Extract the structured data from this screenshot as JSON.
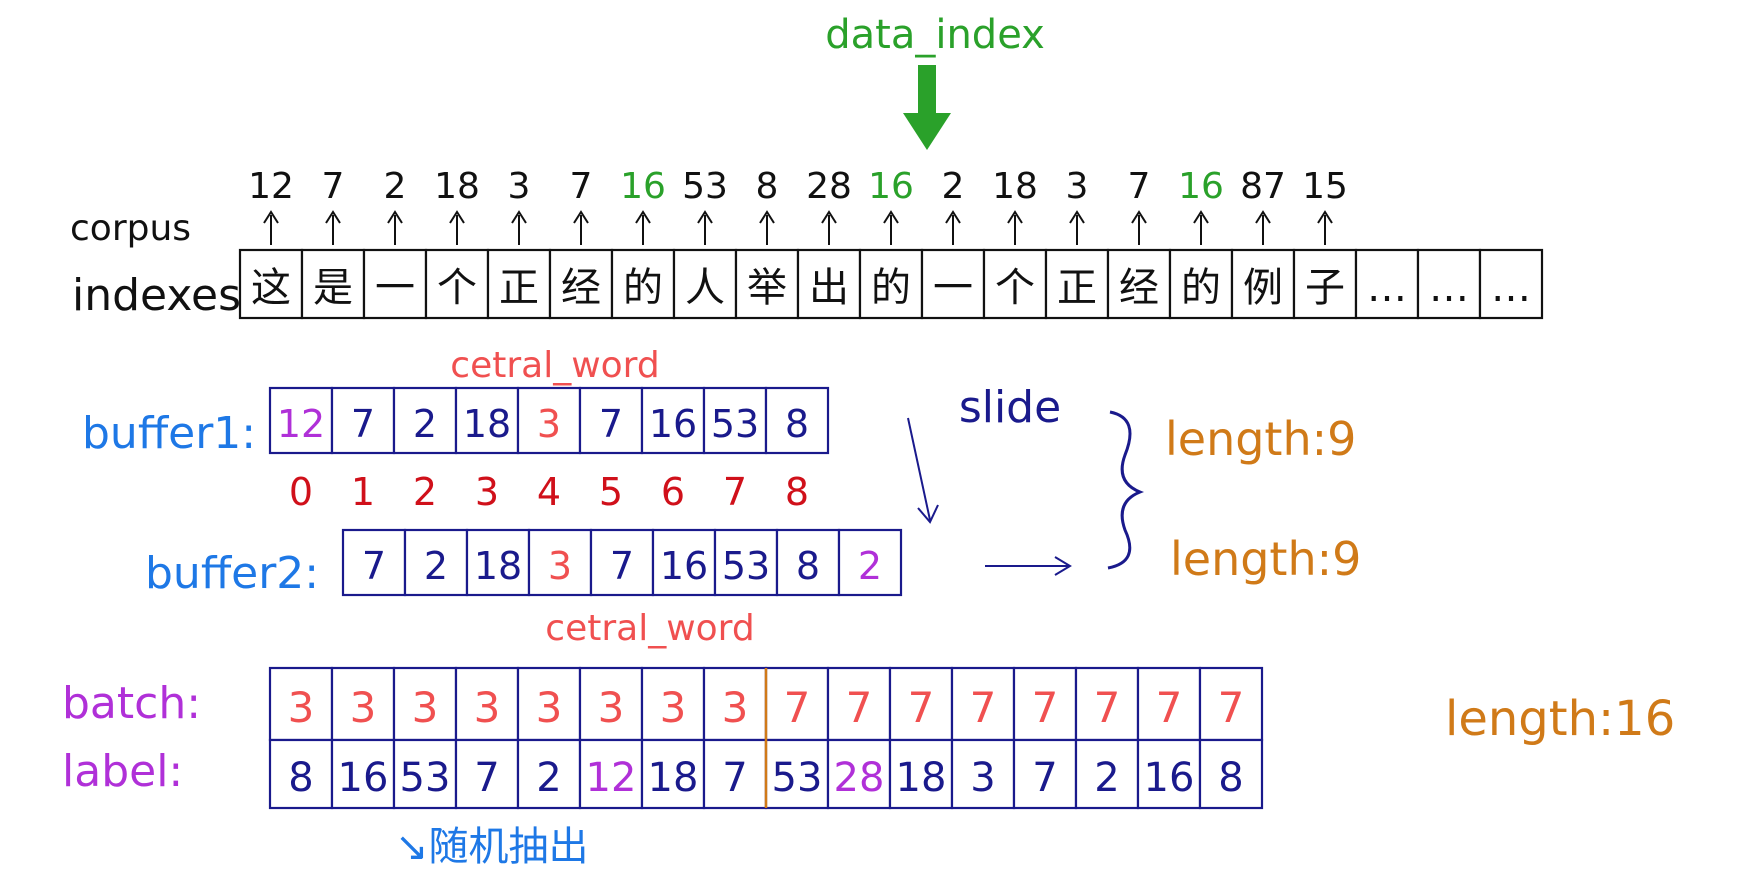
{
  "colors": {
    "black": "#111111",
    "green": "#2aa12a",
    "red": "#f05050",
    "dark_red": "#d0101a",
    "navy": "#1a1a8c",
    "blue": "#1e78e6",
    "purple": "#b030d8",
    "orange": "#d07a18"
  },
  "top": {
    "pointer_label": "data_index",
    "pointer_icon": "down-arrow-icon",
    "corpus_label": "corpus",
    "indexes_label": "indexes:",
    "index_values": [
      "12",
      "7",
      "2",
      "18",
      "3",
      "7",
      "16",
      "53",
      "8",
      "28",
      "16",
      "2",
      "18",
      "3",
      "7",
      "16",
      "87",
      "15"
    ],
    "highlight_values": [
      6,
      10,
      15
    ],
    "words": [
      "这",
      "是",
      "一",
      "个",
      "正",
      "经",
      "的",
      "人",
      "举",
      "出",
      "的",
      "一",
      "个",
      "正",
      "经",
      "的",
      "例",
      "子",
      "…",
      "…",
      "…"
    ]
  },
  "buffer1": {
    "label": "buffer1:",
    "central_label": "cetral_word",
    "values": [
      "12",
      "7",
      "2",
      "18",
      "3",
      "7",
      "16",
      "53",
      "8"
    ],
    "positions": [
      "0",
      "1",
      "2",
      "3",
      "4",
      "5",
      "6",
      "7",
      "8"
    ],
    "length_label": "length:9"
  },
  "slide_label": "slide",
  "buffer2": {
    "label": "buffer2:",
    "central_label": "cetral_word",
    "values": [
      "7",
      "2",
      "18",
      "3",
      "7",
      "16",
      "53",
      "8",
      "2"
    ],
    "length_label": "length:9"
  },
  "batch": {
    "label": "batch:",
    "values": [
      "3",
      "3",
      "3",
      "3",
      "3",
      "3",
      "3",
      "3",
      "7",
      "7",
      "7",
      "7",
      "7",
      "7",
      "7",
      "7"
    ]
  },
  "label_row": {
    "label": "label:",
    "values": [
      "8",
      "16",
      "53",
      "7",
      "2",
      "12",
      "18",
      "7",
      "53",
      "28",
      "18",
      "3",
      "7",
      "2",
      "16",
      "8"
    ],
    "highlight_values": [
      5,
      9
    ]
  },
  "length_16": "length:16",
  "random_note": "↘随机抽出"
}
